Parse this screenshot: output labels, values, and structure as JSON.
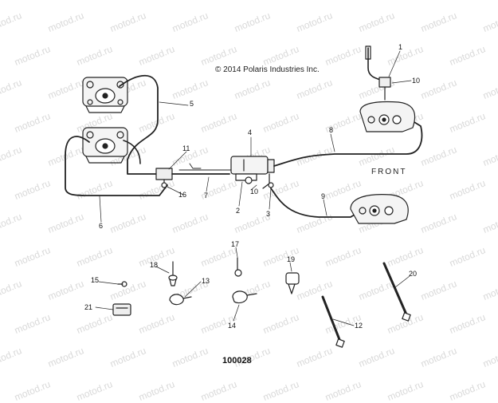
{
  "watermark": "motod.ru",
  "copyright": "© 2014 Polaris Industries Inc.",
  "front_label": "FRONT",
  "document_number": "100028",
  "callouts": [
    {
      "id": "c1",
      "label": "1"
    },
    {
      "id": "c2",
      "label": "2"
    },
    {
      "id": "c3",
      "label": "3"
    },
    {
      "id": "c4",
      "label": "4"
    },
    {
      "id": "c5",
      "label": "5"
    },
    {
      "id": "c6",
      "label": "6"
    },
    {
      "id": "c7",
      "label": "7"
    },
    {
      "id": "c8",
      "label": "8"
    },
    {
      "id": "c9",
      "label": "9"
    },
    {
      "id": "c10a",
      "label": "10"
    },
    {
      "id": "c10b",
      "label": "10"
    },
    {
      "id": "c11",
      "label": "11"
    },
    {
      "id": "c12",
      "label": "12"
    },
    {
      "id": "c13",
      "label": "13"
    },
    {
      "id": "c14",
      "label": "14"
    },
    {
      "id": "c15",
      "label": "15"
    },
    {
      "id": "c16",
      "label": "16"
    },
    {
      "id": "c17",
      "label": "17"
    },
    {
      "id": "c18",
      "label": "18"
    },
    {
      "id": "c19",
      "label": "19"
    },
    {
      "id": "c20",
      "label": "20"
    },
    {
      "id": "c21",
      "label": "21"
    }
  ]
}
